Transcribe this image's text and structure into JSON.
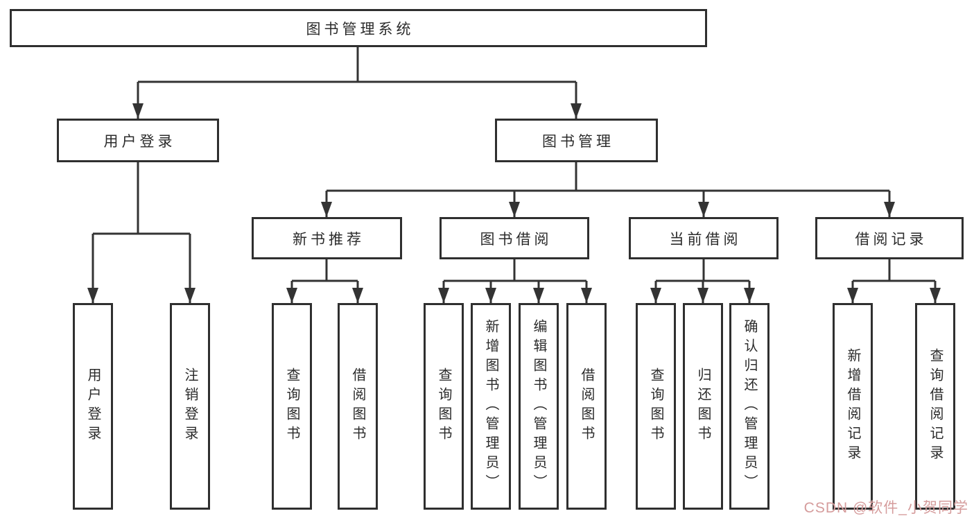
{
  "colors": {
    "line": "#333333",
    "box_border": "#2f2f2f",
    "text": "#2b2b2b",
    "background": "#ffffff",
    "watermark": "#d59c9c"
  },
  "watermark": {
    "text": "CSDN @软件_小贺同学"
  },
  "diagram": {
    "type": "hierarchy-tree",
    "root": {
      "label": "图书管理系统"
    },
    "branches": [
      {
        "label": "用户登录",
        "children": [
          {
            "label": "用户登录"
          },
          {
            "label": "注销登录"
          }
        ]
      },
      {
        "label": "图书管理",
        "children": [
          {
            "label": "新书推荐",
            "children": [
              {
                "label": "查询图书"
              },
              {
                "label": "借阅图书"
              }
            ]
          },
          {
            "label": "图书借阅",
            "children": [
              {
                "label": "查询图书"
              },
              {
                "label": "新增图书（管理员）"
              },
              {
                "label": "编辑图书（管理员）"
              },
              {
                "label": "借阅图书"
              }
            ]
          },
          {
            "label": "当前借阅",
            "children": [
              {
                "label": "查询图书"
              },
              {
                "label": "归还图书"
              },
              {
                "label": "确认归还（管理员）"
              }
            ]
          },
          {
            "label": "借阅记录",
            "children": [
              {
                "label": "新增借阅记录"
              },
              {
                "label": "查询借阅记录"
              }
            ]
          }
        ]
      }
    ]
  }
}
